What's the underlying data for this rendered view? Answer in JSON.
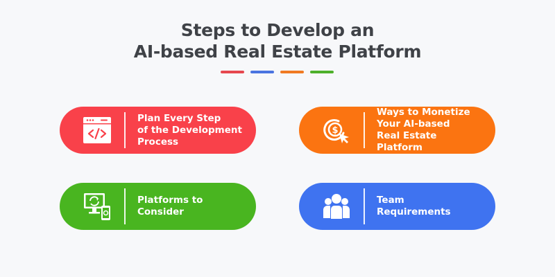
{
  "title": {
    "line1": "Steps to Develop an",
    "line2": "AI-based Real Estate Platform"
  },
  "accent_lines": [
    {
      "color": "#e6474e"
    },
    {
      "color": "#4a74e0"
    },
    {
      "color": "#f07a22"
    },
    {
      "color": "#4db02a"
    }
  ],
  "cards": [
    {
      "label": "Plan Every Step\nof the Development\nProcess",
      "icon": "code-window-icon",
      "color": "#f9414a"
    },
    {
      "label": "Ways to Monetize\nYour AI-based\nReal Estate Platform",
      "icon": "dollar-click-icon",
      "color": "#fb7411"
    },
    {
      "label": "Platforms to\nConsider",
      "icon": "devices-sync-icon",
      "color": "#49b520"
    },
    {
      "label": "Team\nRequirements",
      "icon": "team-icon",
      "color": "#3f73f0"
    }
  ]
}
